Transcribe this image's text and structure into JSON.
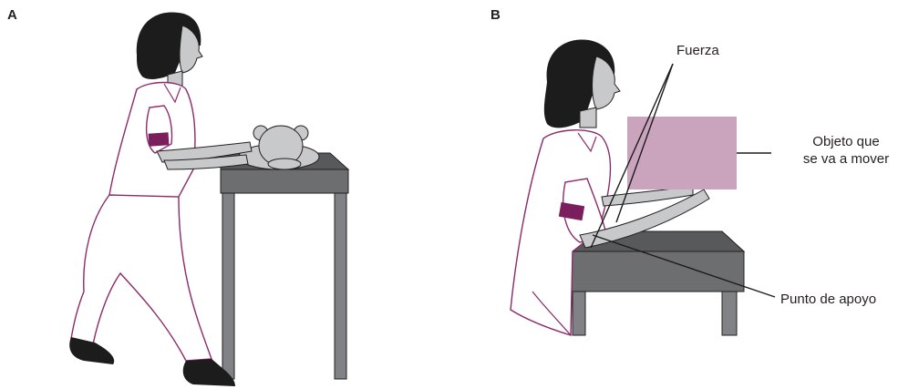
{
  "panels": {
    "a": {
      "letter": "A"
    },
    "b": {
      "letter": "B",
      "labels": {
        "force": "Fuerza",
        "object_line1": "Objeto que",
        "object_line2": "se va a mover",
        "fulcrum": "Punto de apoyo"
      }
    }
  },
  "colors": {
    "outline": "#8b2a6b",
    "armband": "#7a1e5e",
    "skin": "#c8c9cb",
    "hair": "#1c1c1c",
    "table_top": "#6d6e70",
    "table_legs": "#808285",
    "object_box": "#caa4bd",
    "leader_lines": "#1c1c1c"
  },
  "icons": [
    "nurse-figure-icon",
    "patient-icon",
    "table-icon",
    "box-icon"
  ]
}
